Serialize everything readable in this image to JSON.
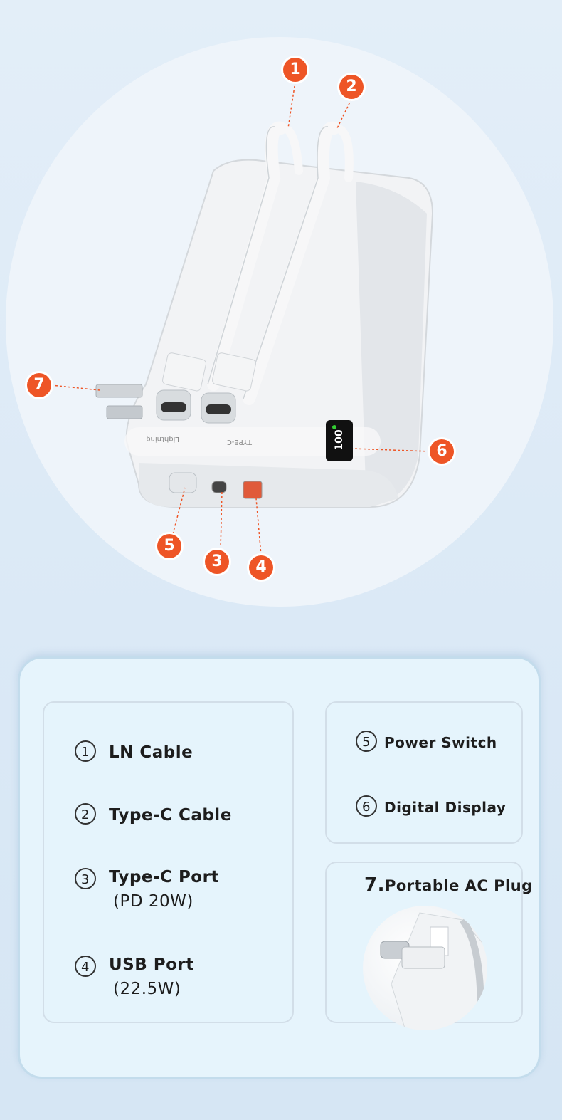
{
  "colors": {
    "callout": "#ee5526",
    "card_bg": "#e6f4fc",
    "display_text": "#ffffff"
  },
  "product": {
    "cable_labels": [
      "Lightning",
      "TYPE-C"
    ],
    "display_value": "100",
    "callouts": [
      "1",
      "2",
      "3",
      "4",
      "5",
      "6",
      "7"
    ]
  },
  "features": {
    "left": [
      {
        "num": "1",
        "label": "LN Cable",
        "sub": ""
      },
      {
        "num": "2",
        "label": "Type-C Cable",
        "sub": ""
      },
      {
        "num": "3",
        "label": "Type-C Port",
        "sub": "(PD 20W)"
      },
      {
        "num": "4",
        "label": "USB Port",
        "sub": "(22.5W)"
      }
    ],
    "right": [
      {
        "num": "5",
        "label": "Power Switch"
      },
      {
        "num": "6",
        "label": "Digital Display"
      }
    ],
    "ac_plug": {
      "num": "7.",
      "label": "Portable AC Plug"
    }
  }
}
